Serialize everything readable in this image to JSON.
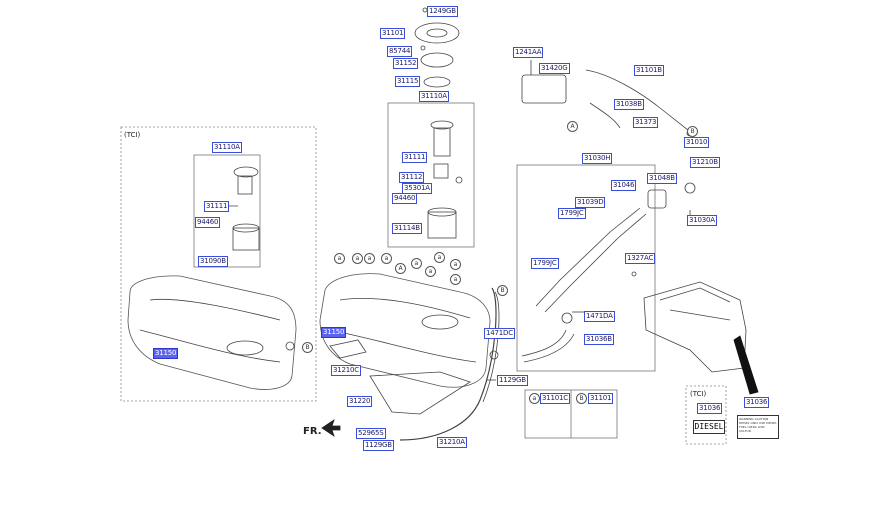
{
  "labels": {
    "p1249GB": "1249GB",
    "p31101": "31101",
    "p85744": "85744",
    "p31152": "31152",
    "p31115": "31115",
    "p31110A": "31110A",
    "p31111": "31111",
    "p31112": "31112",
    "p35301A": "35301A",
    "p94460": "94460",
    "p31114B": "31114B",
    "p1241AA": "1241AA",
    "p31420G": "31420G",
    "p31101B": "31101B",
    "p31038B": "31038B",
    "p31373": "31373",
    "p31010": "31010",
    "p31210B": "31210B",
    "p31030H": "31030H",
    "p31046": "31046",
    "p31048B": "31048B",
    "p31039D": "31039D",
    "p1799JC_a": "1799JC",
    "p31030A": "31030A",
    "p1327AC": "1327AC",
    "p1799JC_b": "1799JC",
    "p1471DA": "1471DA",
    "p31036B": "31036B",
    "p1471DC": "1471DC",
    "p1129GB_a": "1129GB",
    "p31210C": "31210C",
    "p31220": "31220",
    "p52965S": "52965S",
    "p1129GB_b": "1129GB",
    "p31210A": "31210A",
    "p31150_main": "31150",
    "p31150_tci": "31150",
    "tci31110A": "31110A",
    "tci31111": "31111",
    "tci94460": "94460",
    "tci31090B": "31090B",
    "kit_a": "31101C",
    "kit_b": "31101",
    "car31036": "31036",
    "tci31036": "31036"
  },
  "circles": {
    "a": "a",
    "A": "A",
    "B": "B"
  },
  "texts": {
    "tci_top": "(TCI)",
    "tci_bottom": "(TCI)",
    "diesel": "DIESEL",
    "fr": "FR.",
    "warning": "WARNING CAUTION DIESEL ONLY USE DIESEL FUEL ULTRA LOW SULFUR"
  },
  "colors": {
    "label_border": "#3a4fd8",
    "label_highlight": "#5b64f0",
    "line": "#444444"
  }
}
